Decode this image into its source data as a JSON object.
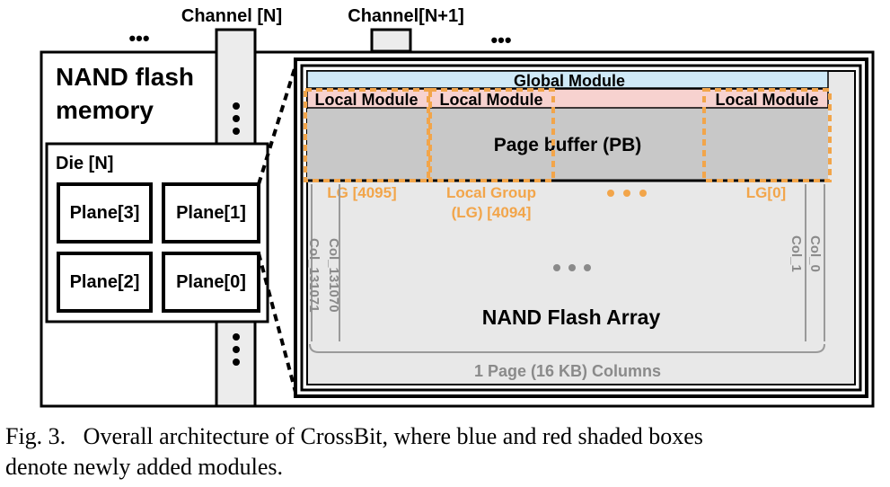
{
  "channels": {
    "left": "Channel [N]",
    "right": "Channel[N+1]",
    "ellipsis": "•••"
  },
  "nand": {
    "title_line1": "NAND flash",
    "title_line2": "memory"
  },
  "die": {
    "title": "Die [N]",
    "planes": [
      "Plane[3]",
      "Plane[1]",
      "Plane[2]",
      "Plane[0]"
    ]
  },
  "detail": {
    "global_module": "Global Module",
    "local_module": "Local Module",
    "page_buffer": "Page buffer (PB)",
    "lg_4095": "LG [4095]",
    "lg_4094_line1": "Local Group",
    "lg_4094_line2": "(LG) [4094]",
    "lg_0": "LG[0]",
    "col_131071": "Col_131071",
    "col_131070": "Col_131070",
    "col_1": "Col_1",
    "col_0": "Col_0",
    "array_label": "NAND Flash Array",
    "columns_label": "1 Page (16 KB) Columns",
    "ellipsis": "•••"
  },
  "caption": {
    "line1": "Fig. 3.   Overall architecture of CrossBit, where blue and red shaded boxes",
    "line2": "denote newly added modules."
  },
  "colors": {
    "global_module": "#cfe9f7",
    "local_module_red": "#f7d2cf",
    "page_buffer": "#c8c8c8",
    "array": "#e8e8e8",
    "channel": "#ececec",
    "orange": "#f2a54a"
  }
}
